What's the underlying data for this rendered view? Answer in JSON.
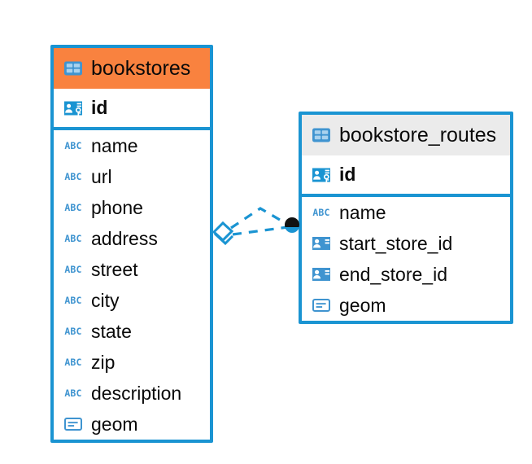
{
  "diagram": {
    "type": "entity-relationship-diagram",
    "background_color": "#ffffff",
    "accent_color": "#1a94d2",
    "highlight_color": "#f9823f",
    "header_plain_color": "#ebebeb"
  },
  "tables": [
    {
      "id": "bookstores",
      "name": "bookstores",
      "header_style": "accent",
      "table_icon": "table-grid-icon",
      "fields": [
        {
          "name": "id",
          "icon": "primary-key-icon",
          "primary_key": true
        },
        {
          "name": "name",
          "icon": "abc-text-icon",
          "primary_key": false
        },
        {
          "name": "url",
          "icon": "abc-text-icon",
          "primary_key": false
        },
        {
          "name": "phone",
          "icon": "abc-text-icon",
          "primary_key": false
        },
        {
          "name": "address",
          "icon": "abc-text-icon",
          "primary_key": false
        },
        {
          "name": "street",
          "icon": "abc-text-icon",
          "primary_key": false
        },
        {
          "name": "city",
          "icon": "abc-text-icon",
          "primary_key": false
        },
        {
          "name": "state",
          "icon": "abc-text-icon",
          "primary_key": false
        },
        {
          "name": "zip",
          "icon": "abc-text-icon",
          "primary_key": false
        },
        {
          "name": "description",
          "icon": "abc-text-icon",
          "primary_key": false
        },
        {
          "name": "geom",
          "icon": "geometry-icon",
          "primary_key": false
        }
      ]
    },
    {
      "id": "bookstore_routes",
      "name": "bookstore_routes",
      "header_style": "plain",
      "table_icon": "table-grid-icon",
      "fields": [
        {
          "name": "id",
          "icon": "primary-key-icon",
          "primary_key": true
        },
        {
          "name": "name",
          "icon": "abc-text-icon",
          "primary_key": false
        },
        {
          "name": "start_store_id",
          "icon": "foreign-key-icon",
          "primary_key": false
        },
        {
          "name": "end_store_id",
          "icon": "foreign-key-icon",
          "primary_key": false
        },
        {
          "name": "geom",
          "icon": "geometry-icon",
          "primary_key": false
        }
      ]
    }
  ],
  "relationship": {
    "from_table": "bookstores",
    "to_table": "bookstore_routes",
    "line_style": "dashed",
    "line_color": "#1a94d2",
    "source_marker": "diamond-crowsfoot-icon",
    "target_marker": "filled-circle-icon"
  }
}
